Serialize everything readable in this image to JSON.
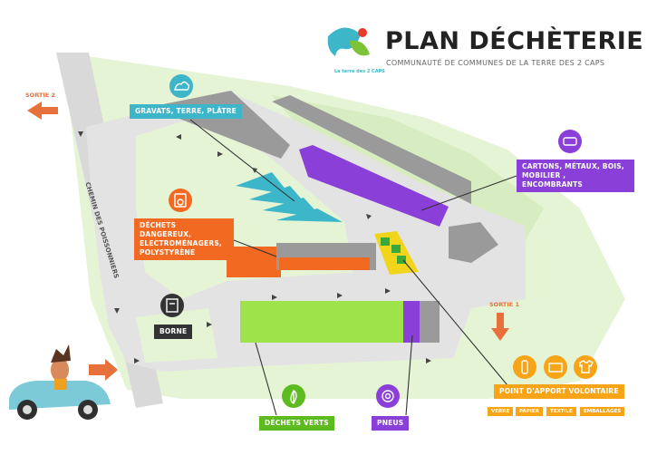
{
  "header": {
    "title": "PLAN DÉCHÈTERIE",
    "subtitle": "COMMUNAUTÉ DE COMMUNES DE LA TERRE DES 2 CAPS",
    "logo_text": "La terre des 2 CAPS"
  },
  "road": {
    "name": "CHEMIN DES POISSONNIERS"
  },
  "exits": {
    "exit_2": "SORTIE 2",
    "exit_1": "SORTIE 1"
  },
  "zones": {
    "gravats": {
      "label": "GRAVATS, TERRE, PLÂTRE",
      "color": "#3cb6c8",
      "icon": "gravel-icon"
    },
    "cartons": {
      "label": "CARTONS, MÉTAUX, BOIS, MOBILIER , ENCOMBRANTS",
      "color": "#8b3fd9",
      "icon": "armchair-icon"
    },
    "dangereux": {
      "label": "DÉCHETS DANGEREUX, ELECTROMÉNAGERS, POLYSTYRÈNE",
      "color": "#f26a21",
      "icon": "washing-machine-icon"
    },
    "borne": {
      "label": "BORNE",
      "color": "#333333",
      "icon": "terminal-icon"
    },
    "verts": {
      "label": "DÉCHETS VERTS",
      "color": "#5dbb1f",
      "icon": "leaf-icon"
    },
    "pneus": {
      "label": "PNEUS",
      "color": "#8b3fd9",
      "icon": "tire-icon"
    },
    "apport": {
      "label": "POINT D'APPORT VOLONTAIRE",
      "color": "#f7a417",
      "icons": [
        "bottle-icon",
        "paper-box-icon",
        "tshirt-icon"
      ]
    }
  },
  "apport_tags": [
    "VERRE",
    "PAPIER",
    "TEXTILE",
    "EMBALLAGES"
  ]
}
